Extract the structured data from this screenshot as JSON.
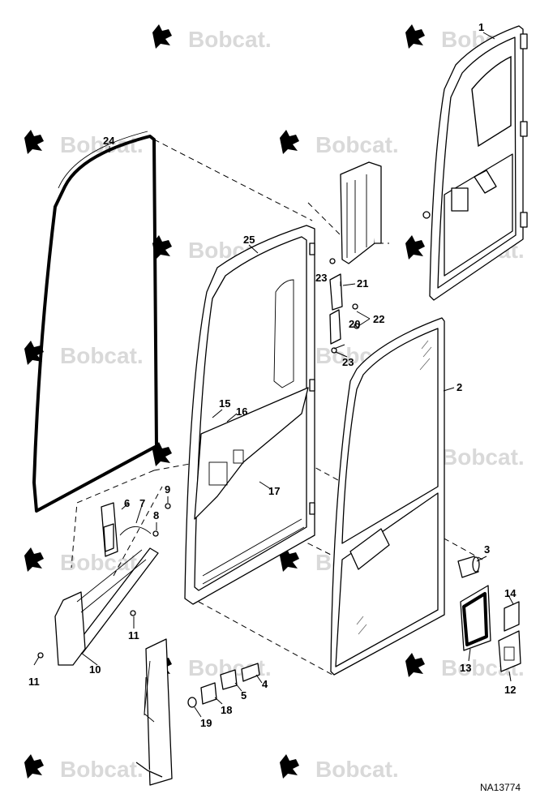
{
  "watermark_text": "Bobcat.",
  "reference_code": "NA13774",
  "callouts": {
    "c1": "1",
    "c2": "2",
    "c3": "3",
    "c4": "4",
    "c5": "5",
    "c6": "6",
    "c7": "7",
    "c8": "8",
    "c9": "9",
    "c10": "10",
    "c11a": "11",
    "c11b": "11",
    "c12": "12",
    "c13": "13",
    "c14": "14",
    "c15": "15",
    "c16": "16",
    "c17": "17",
    "c18": "18",
    "c19": "19",
    "c20": "20",
    "c21": "21",
    "c22": "22",
    "c23a": "23",
    "c23b": "23",
    "c24": "24",
    "c25": "25"
  }
}
